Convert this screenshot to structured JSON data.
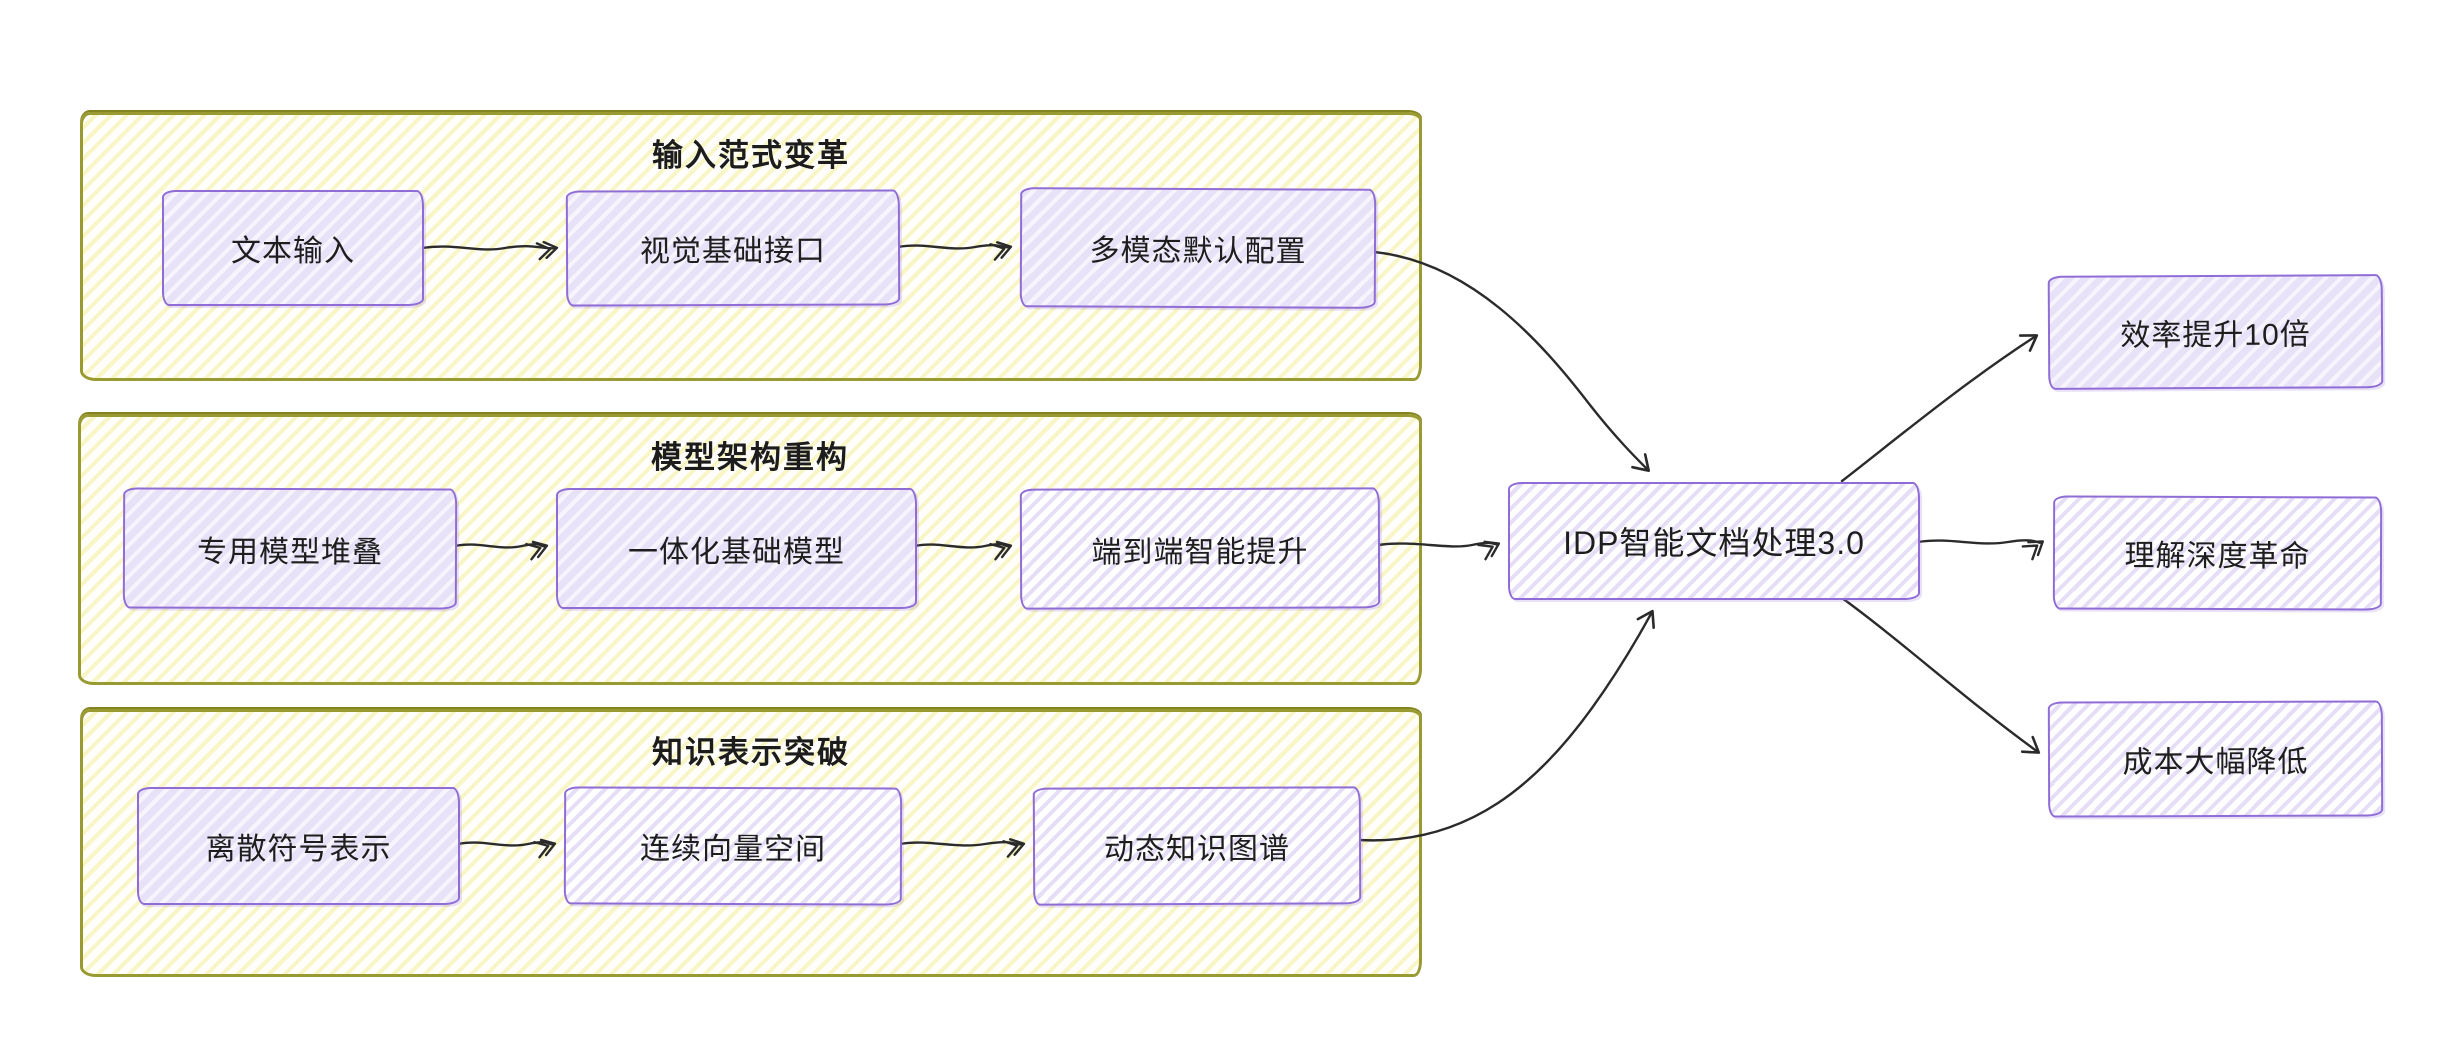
{
  "diagram": {
    "colors": {
      "background": "#ffffff",
      "group_border": "#9a9a33",
      "group_hatch": "#f8f5c6",
      "node_border": "#8f6cd6",
      "node_fill": "#e7e2f7",
      "arrow": "#2b2b2b",
      "text": "#1c1c1c"
    },
    "groups": [
      {
        "id": "input-paradigm",
        "title": "输入范式变革",
        "nodes": [
          {
            "id": "text-input",
            "label": "文本输入"
          },
          {
            "id": "vision-foundation-interface",
            "label": "视觉基础接口"
          },
          {
            "id": "multimodal-default-config",
            "label": "多模态默认配置"
          }
        ]
      },
      {
        "id": "model-architecture",
        "title": "模型架构重构",
        "nodes": [
          {
            "id": "specialized-model-stacking",
            "label": "专用模型堆叠"
          },
          {
            "id": "unified-foundation-model",
            "label": "一体化基础模型"
          },
          {
            "id": "end-to-end-intelligence",
            "label": "端到端智能提升"
          }
        ]
      },
      {
        "id": "knowledge-representation",
        "title": "知识表示突破",
        "nodes": [
          {
            "id": "discrete-symbol-representation",
            "label": "离散符号表示"
          },
          {
            "id": "continuous-vector-space",
            "label": "连续向量空间"
          },
          {
            "id": "dynamic-knowledge-graph",
            "label": "动态知识图谱"
          }
        ]
      }
    ],
    "center": {
      "id": "idp-3-0",
      "label": "IDP智能文档处理3.0"
    },
    "outputs": [
      {
        "id": "efficiency-10x",
        "label": "效率提升10倍"
      },
      {
        "id": "understanding-depth-revolution",
        "label": "理解深度革命"
      },
      {
        "id": "cost-reduction",
        "label": "成本大幅降低"
      }
    ],
    "edges": [
      {
        "from": "text-input",
        "to": "vision-foundation-interface"
      },
      {
        "from": "vision-foundation-interface",
        "to": "multimodal-default-config"
      },
      {
        "from": "multimodal-default-config",
        "to": "idp-3-0"
      },
      {
        "from": "specialized-model-stacking",
        "to": "unified-foundation-model"
      },
      {
        "from": "unified-foundation-model",
        "to": "end-to-end-intelligence"
      },
      {
        "from": "end-to-end-intelligence",
        "to": "idp-3-0"
      },
      {
        "from": "discrete-symbol-representation",
        "to": "continuous-vector-space"
      },
      {
        "from": "continuous-vector-space",
        "to": "dynamic-knowledge-graph"
      },
      {
        "from": "dynamic-knowledge-graph",
        "to": "idp-3-0"
      },
      {
        "from": "idp-3-0",
        "to": "efficiency-10x"
      },
      {
        "from": "idp-3-0",
        "to": "understanding-depth-revolution"
      },
      {
        "from": "idp-3-0",
        "to": "cost-reduction"
      }
    ]
  }
}
